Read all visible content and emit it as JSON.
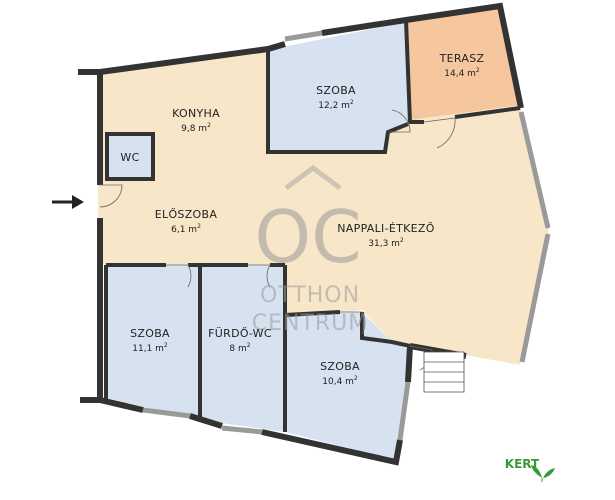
{
  "rooms": {
    "konyha": {
      "name": "KONYHA",
      "area": "9,8 m",
      "fill": "#f7e7c8"
    },
    "szoba_top": {
      "name": "SZOBA",
      "area": "12,2 m",
      "fill": "#d6e2ef"
    },
    "terasz": {
      "name": "TERASZ",
      "area": "14,4 m",
      "fill": "#f6c79f"
    },
    "wc": {
      "name": "WC",
      "fill": "#d6e2ef"
    },
    "eloszoba": {
      "name": "ELŐSZOBA",
      "area": "6,1 m",
      "fill": "#f7e7c8"
    },
    "nappali": {
      "name": "NAPPALI-ÉTKEZŐ",
      "area": "31,3 m",
      "fill": "#f7e7c8"
    },
    "szoba_bl": {
      "name": "SZOBA",
      "area": "11,1 m",
      "fill": "#d6e2ef"
    },
    "furdo": {
      "name": "FÜRDŐ-WC",
      "area": "8 m",
      "fill": "#d6e2ef"
    },
    "szoba_br": {
      "name": "SZOBA",
      "area": "10,4 m",
      "fill": "#d6e2ef"
    }
  },
  "unit_sup": "2",
  "watermark": {
    "logo": "OC",
    "line1": "OTTHON",
    "line2": "CENTRUM"
  },
  "kert": {
    "label": "KERT",
    "color": "#3a9a3a"
  },
  "colors": {
    "wall": "#333333",
    "window": "#9a9a9a",
    "arrow": "#222222"
  }
}
